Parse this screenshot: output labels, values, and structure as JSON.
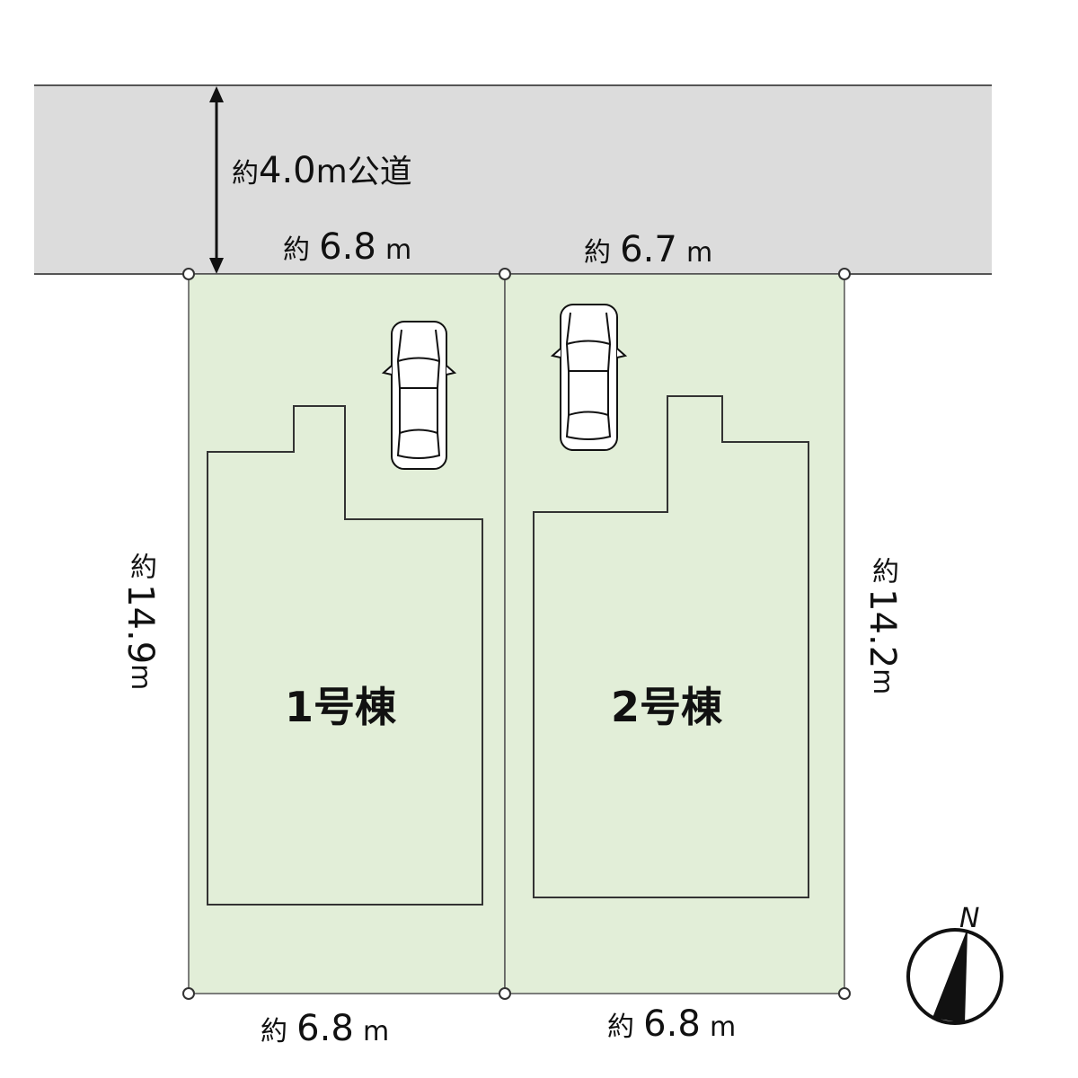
{
  "road": {
    "label_prefix": "約",
    "width_value": "4.0",
    "label_suffix": "m公道"
  },
  "dimensions": {
    "lot1_top": {
      "prefix": "約",
      "value": "6.8",
      "unit": "m"
    },
    "lot2_top": {
      "prefix": "約",
      "value": "6.7",
      "unit": "m"
    },
    "lot1_bottom": {
      "prefix": "約",
      "value": "6.8",
      "unit": "m"
    },
    "lot2_bottom": {
      "prefix": "約",
      "value": "6.8",
      "unit": "m"
    },
    "lot1_depth": {
      "prefix": "約",
      "value": "14.9",
      "unit": "m"
    },
    "lot2_depth": {
      "prefix": "約",
      "value": "14.2",
      "unit": "m"
    }
  },
  "buildings": [
    {
      "name": "1号棟"
    },
    {
      "name": "2号棟"
    }
  ],
  "compass": {
    "label": "N"
  },
  "colors": {
    "road": "#dcdcdc",
    "lot": "#e2eed8",
    "line": "#222222"
  }
}
